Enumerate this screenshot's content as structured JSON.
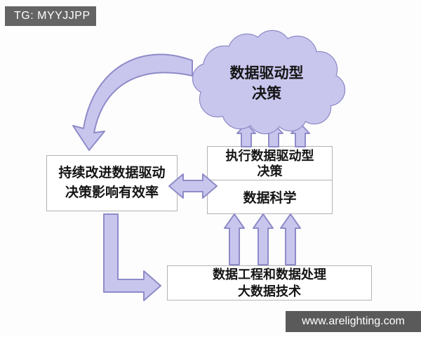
{
  "badge": {
    "text": "TG: MYYJJPP"
  },
  "watermark": {
    "text": "www.arelighting.com"
  },
  "diagram": {
    "cloud": {
      "line1": "数据驱动型",
      "line2": "决策"
    },
    "improve_box": {
      "line1": "持续改进数据驱动",
      "line2": "决策影响有效率"
    },
    "execute_box": {
      "line1": "执行数据驱动型",
      "line2": "决策"
    },
    "science_box": {
      "label": "数据科学"
    },
    "engineering_box": {
      "line1": "数据工程和数据处理",
      "line2": "大数据技术"
    },
    "connections": [
      {
        "from": "execute_box",
        "to": "cloud",
        "style": "three-short-up-arrows"
      },
      {
        "from": "engineering_box",
        "to": "execute_box",
        "style": "three-tall-up-arrows"
      },
      {
        "from": "improve_box",
        "to": "execute_box",
        "style": "double-headed-arrow"
      },
      {
        "from": "improve_box",
        "to": "engineering_box",
        "style": "elbow-arrow-down-right"
      },
      {
        "from": "cloud",
        "to": "improve_box",
        "style": "curved-feedback-arrow"
      }
    ]
  },
  "colors": {
    "arrow_fill": "#c9c6ee",
    "arrow_stroke": "#8e8bc8",
    "cloud_fill": "#c9c6ee",
    "cloud_stroke": "#8e8bc8",
    "box_border": "#b3b3b3",
    "badge_bg": "#646464",
    "watermark_bg": "#5a5a5a"
  }
}
